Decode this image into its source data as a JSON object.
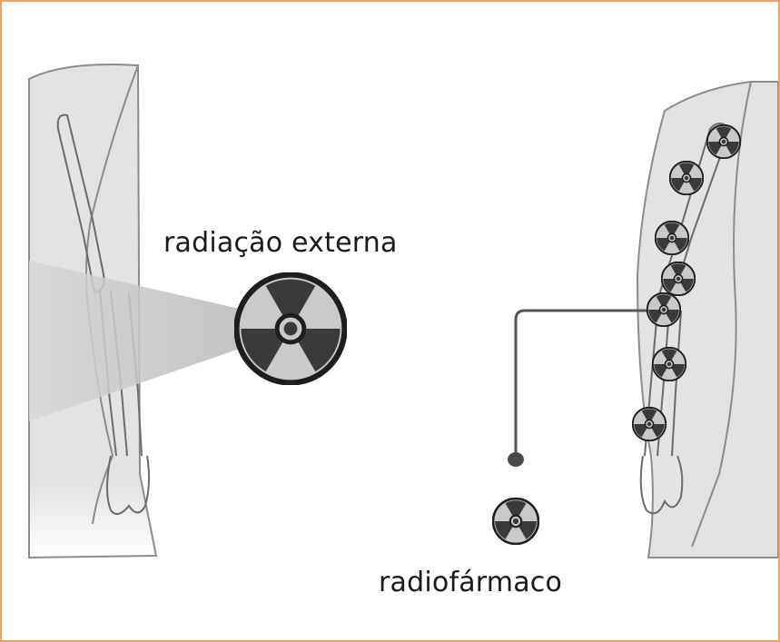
{
  "labels": {
    "external_radiation": "radiação externa",
    "radiopharmaceutical": "radiofármaco"
  },
  "colors": {
    "frame_border": "#f0a35e",
    "arm_fill": "#e3e3e3",
    "arm_outline": "#8c8c8c",
    "bone_outline": "#6b6b6b",
    "beam_fill": "#cfcfcf",
    "symbol_dark": "#3a3a3a",
    "symbol_light": "#c9c9c9",
    "connector": "#555555"
  },
  "icons": [
    "radiation-trefoil-icon",
    "radiation-trefoil-icon-small"
  ]
}
